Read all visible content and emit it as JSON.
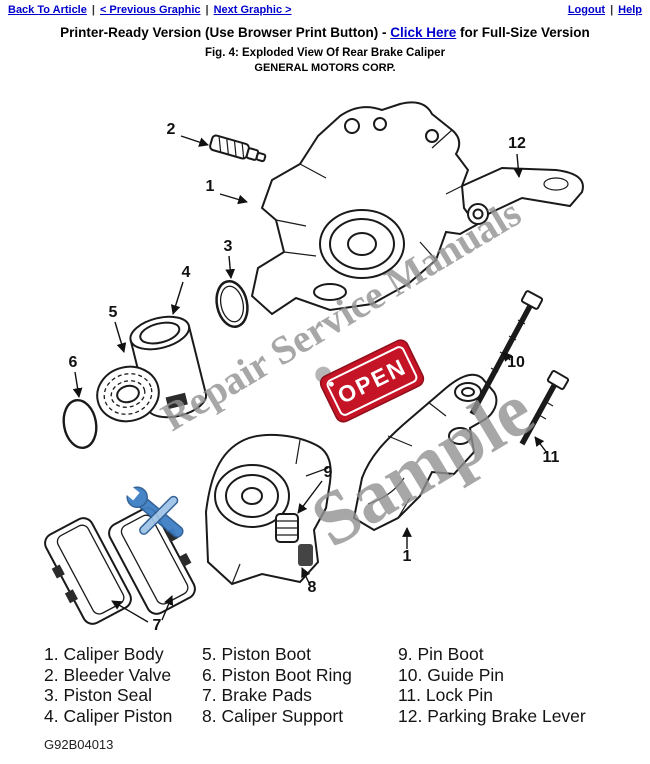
{
  "page": {
    "background": "#ffffff",
    "link_color": "#0000cc"
  },
  "nav": {
    "separator": "|",
    "left": [
      {
        "label": "Back To Article"
      },
      {
        "label": "< Previous Graphic"
      },
      {
        "label": "Next Graphic >"
      }
    ],
    "right": [
      {
        "label": "Logout"
      },
      {
        "label": "Help"
      }
    ]
  },
  "printer_line": {
    "prefix": "Printer-Ready Version (Use Browser Print Button) - ",
    "link_label": "Click Here",
    "suffix": " for Full-Size Version"
  },
  "figure": {
    "caption": "Fig. 4: Exploded View Of Rear Brake Caliper",
    "source": "GENERAL MOTORS CORP.",
    "document_code": "G92B04013"
  },
  "watermark": {
    "brand": "Repair Service Manuals",
    "sample": "Sample",
    "open_sign": "OPEN",
    "color": "#929292",
    "open_bg": "#c41425"
  },
  "diagram": {
    "callouts": {
      "caliper_body": "1",
      "caliper_body_lower": "1",
      "bleeder_valve": "2",
      "piston_seal": "3",
      "caliper_piston": "4",
      "piston_boot": "5",
      "piston_boot_ring": "6",
      "brake_pads": "7",
      "caliper_support": "8",
      "pin_boot": "9",
      "guide_pin": "10",
      "lock_pin": "11",
      "parking_brake_lever": "12"
    }
  },
  "legend": {
    "columns": [
      [
        "1. Caliper Body",
        "2. Bleeder Valve",
        "3. Piston Seal",
        "4. Caliper Piston"
      ],
      [
        "5. Piston Boot",
        "6. Piston Boot Ring",
        "7. Brake Pads",
        "8. Caliper Support"
      ],
      [
        "9. Pin Boot",
        "10. Guide Pin",
        "11. Lock Pin",
        "12. Parking Brake Lever"
      ]
    ]
  }
}
